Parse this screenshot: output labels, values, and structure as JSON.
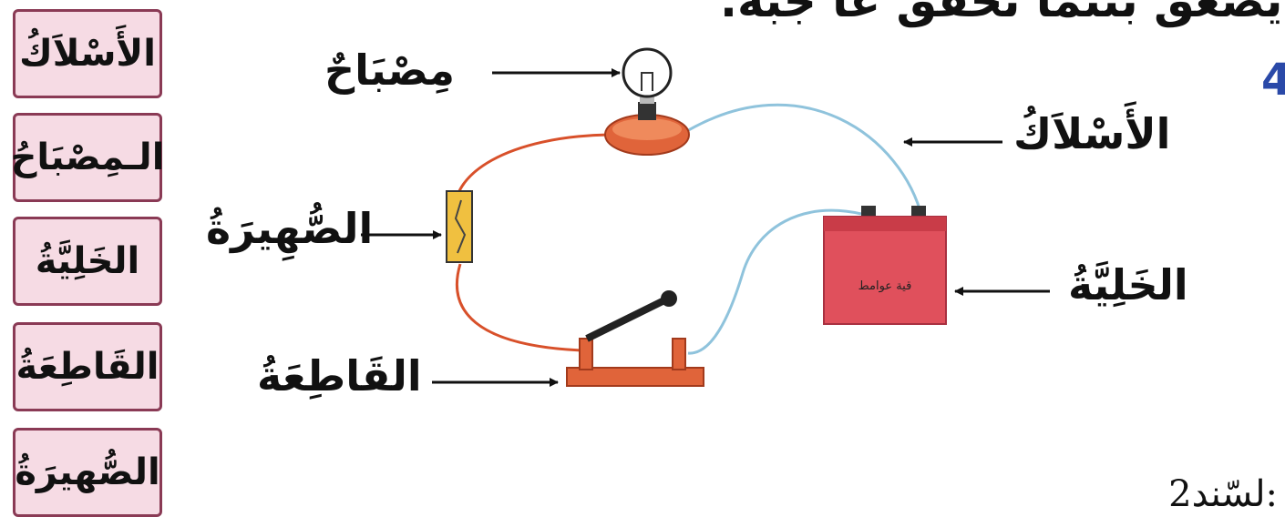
{
  "header": {
    "text": "يصعق بنتما تحقق عا جبه."
  },
  "word_bank": [
    {
      "text": "الأَسْلاَكُ"
    },
    {
      "text": "الـمِصْبَاحُ"
    },
    {
      "text": "الخَلِيَّةُ"
    },
    {
      "text": "القَاطِعَةُ"
    },
    {
      "text": "الصُّهيرَةُ"
    }
  ],
  "diagram_labels": {
    "lamp": "مِصْبَاحٌ",
    "wires": "الأَسْلاَكُ",
    "fuse": "الصُّهِيرَةُ",
    "cell": "الخَلِيَّةُ",
    "switch": "القَاطِعَةُ"
  },
  "battery_text": "قية عوامط",
  "source": "لسّند2:",
  "colors": {
    "box_fill": "#f6dbe4",
    "box_border": "#8a3a55",
    "red_wire": "#d8502a",
    "blue_wire": "#8fc3dc",
    "battery": "#e0505c",
    "base": "#e0643a",
    "fuse": "#f0c040",
    "accent_blue": "#2a49a8"
  }
}
